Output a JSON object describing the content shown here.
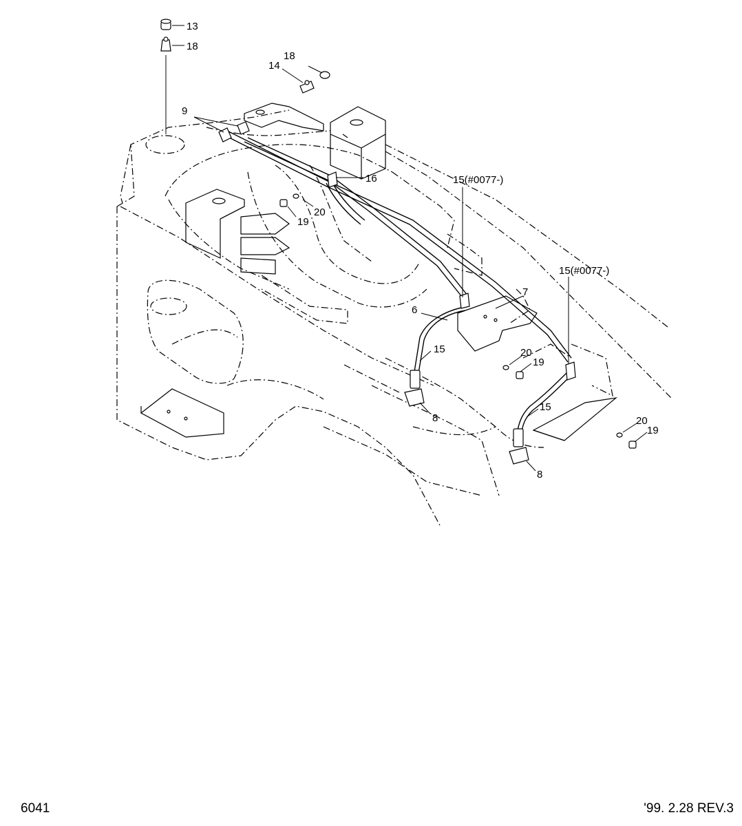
{
  "footer": {
    "sheet_number": "6041",
    "revision": "'99. 2.28  REV.3"
  },
  "callouts": {
    "c13": "13",
    "c18_top": "18",
    "c18_fitting": "18",
    "c14": "14",
    "c9": "9",
    "c16": "16",
    "c20_left": "20",
    "c19_left": "19",
    "c15_serial_left": "15(#0077-)",
    "c15_serial_right": "15(#0077-)",
    "c7": "7",
    "c6": "6",
    "c15_left": "15",
    "c20_mid": "20",
    "c19_mid": "19",
    "c8_left": "8",
    "c15_right": "15",
    "c20_right": "20",
    "c19_right": "19",
    "c8_right": "8"
  }
}
